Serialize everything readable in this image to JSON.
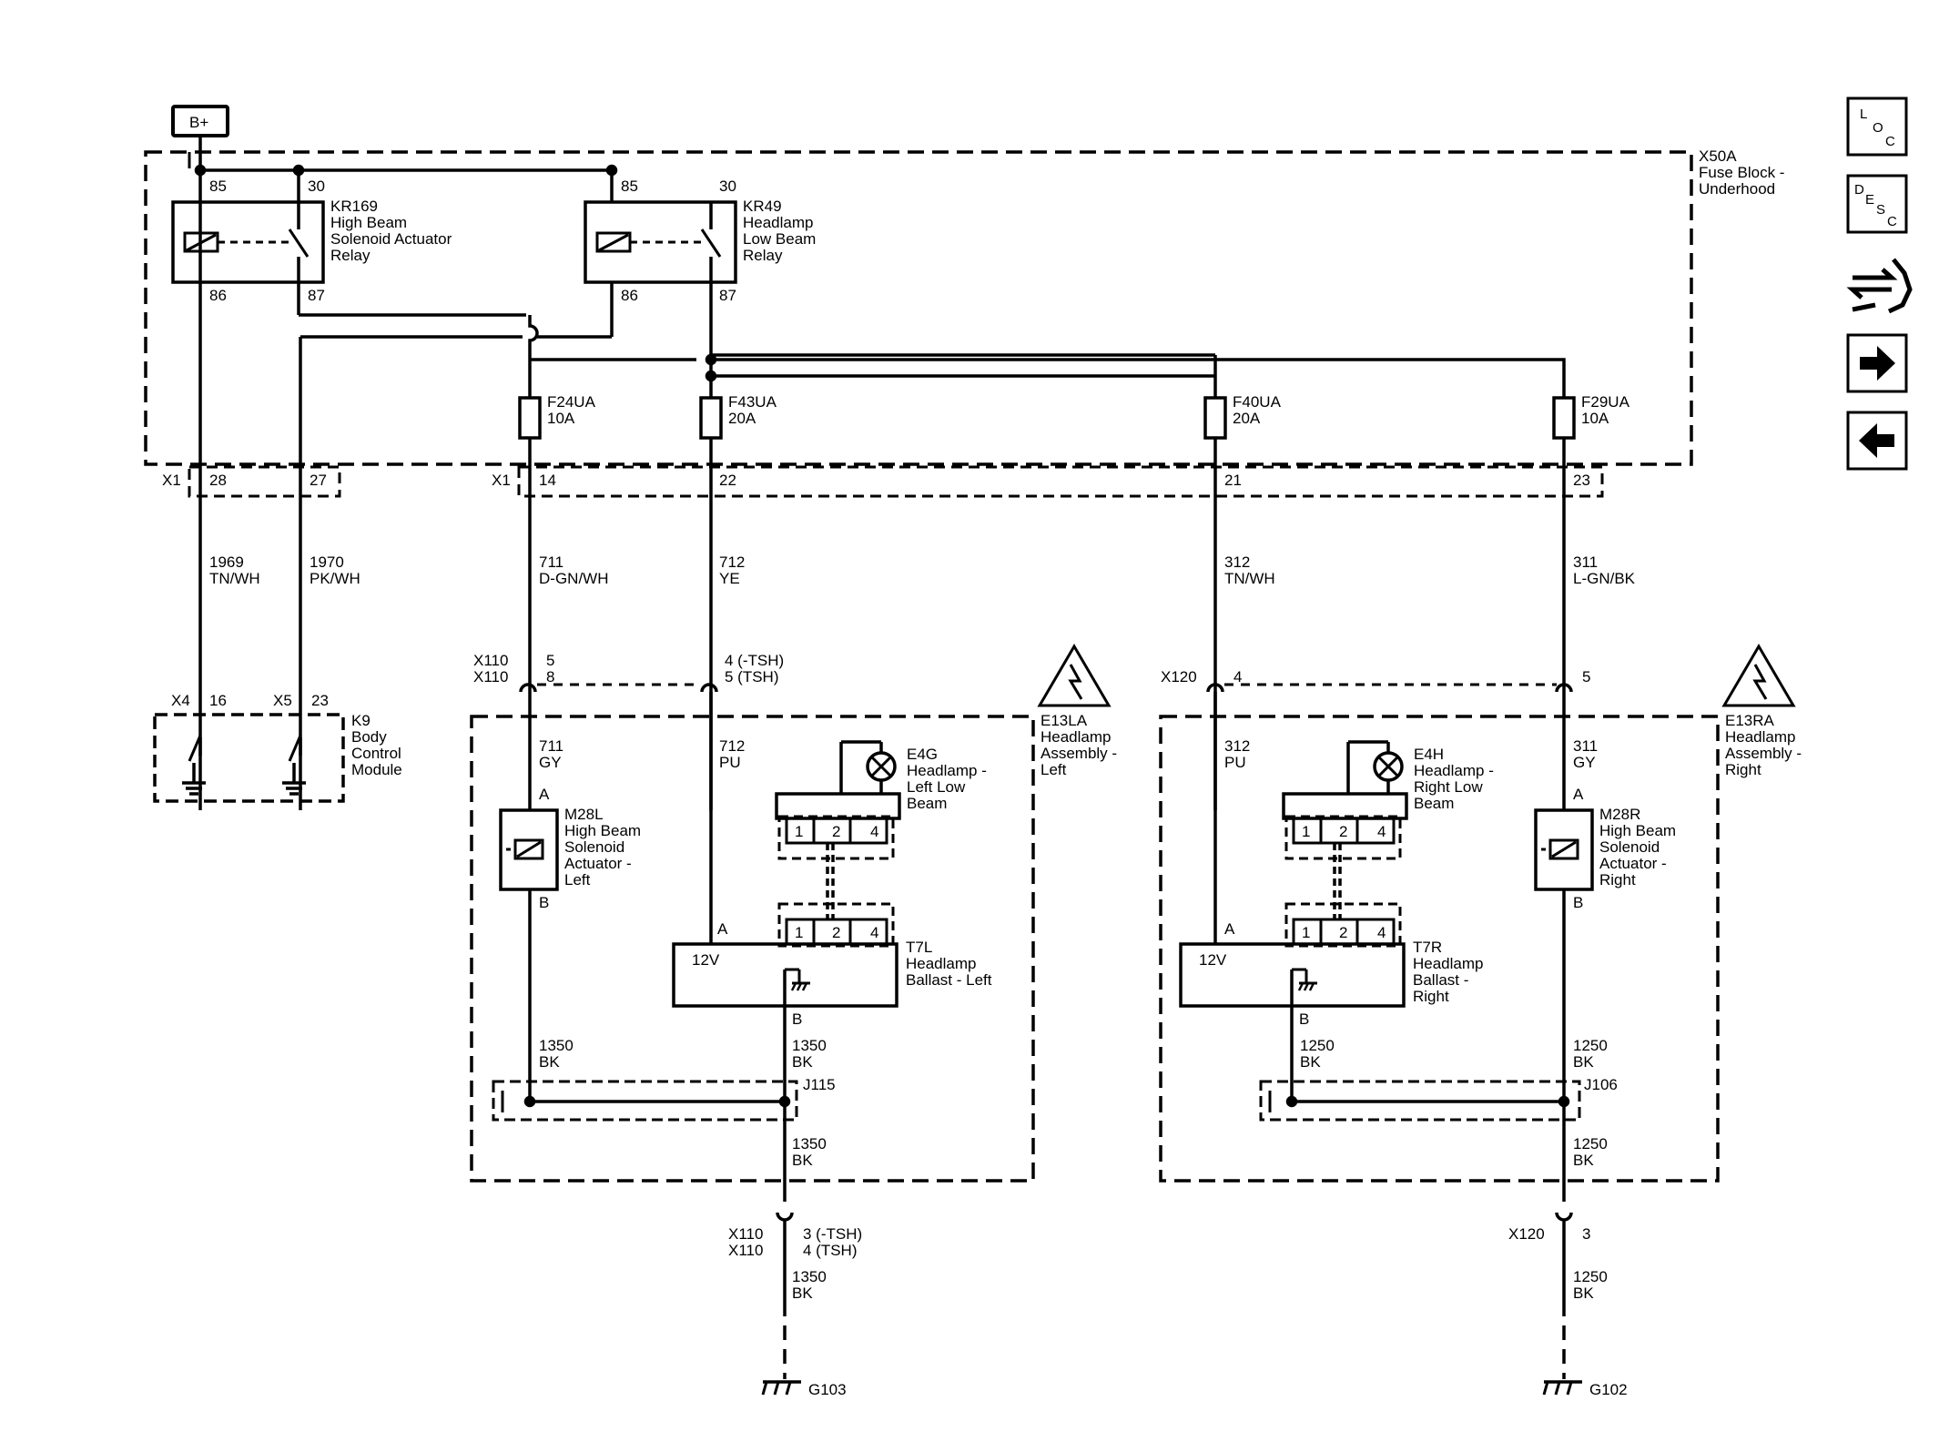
{
  "battery": {
    "label": "B+"
  },
  "fuse_block": {
    "name": "X50A",
    "desc": [
      "Fuse Block -",
      "Underhood"
    ],
    "conn": "X1"
  },
  "relays": {
    "kr169": {
      "name": "KR169",
      "desc": [
        "High Beam",
        "Solenoid Actuator",
        "Relay"
      ],
      "pins": [
        "85",
        "30",
        "86",
        "87"
      ]
    },
    "kr49": {
      "name": "KR49",
      "desc": [
        "Headlamp",
        "Low Beam",
        "Relay"
      ],
      "pins": [
        "85",
        "30",
        "86",
        "87"
      ]
    }
  },
  "fuses": [
    {
      "name": "F24UA",
      "rating": "10A"
    },
    {
      "name": "F43UA",
      "rating": "20A"
    },
    {
      "name": "F40UA",
      "rating": "20A"
    },
    {
      "name": "F29UA",
      "rating": "10A"
    }
  ],
  "x1_pins": [
    "28",
    "27",
    "14",
    "22",
    "21",
    "23"
  ],
  "wires_top": [
    {
      "num": "1969",
      "color": "TN/WH"
    },
    {
      "num": "1970",
      "color": "PK/WH"
    },
    {
      "num": "711",
      "color": "D-GN/WH"
    },
    {
      "num": "712",
      "color": "YE"
    },
    {
      "num": "312",
      "color": "TN/WH"
    },
    {
      "num": "311",
      "color": "L-GN/BK"
    }
  ],
  "bcm": {
    "name": "K9",
    "desc": [
      "Body",
      "Control",
      "Module"
    ],
    "conn_a": "X4",
    "pin_a": "16",
    "conn_b": "X5",
    "pin_b": "23"
  },
  "inline_connectors": {
    "x110": {
      "name": "X110",
      "pins_left": [
        "5",
        "8"
      ],
      "pins_mid": [
        "4 (-TSH)",
        "5 (TSH)"
      ]
    },
    "x120": {
      "name": "X120",
      "pin_left": "4",
      "pin_right": "5"
    }
  },
  "left_assembly": {
    "name": "E13LA",
    "desc": [
      "Headlamp",
      "Assembly -",
      "Left"
    ],
    "wire_a": {
      "num": "711",
      "color": "GY"
    },
    "wire_b": {
      "num": "712",
      "color": "PU"
    },
    "solenoid": {
      "name": "M28L",
      "desc": [
        "High Beam",
        "Solenoid",
        "Actuator -",
        "Left"
      ],
      "pin_top": "A",
      "pin_bottom": "B"
    },
    "lamp": {
      "name": "E4G",
      "desc": [
        "Headlamp -",
        "Left Low",
        "Beam"
      ],
      "pins": [
        "1",
        "2",
        "4"
      ]
    },
    "ballast": {
      "name": "T7L",
      "desc": [
        "Headlamp",
        "Ballast - Left"
      ],
      "pins": [
        "1",
        "2",
        "4"
      ],
      "pin_a": "A",
      "pin_b": "B",
      "voltage": "12V"
    },
    "ground_wire_1": {
      "num": "1350",
      "color": "BK"
    },
    "ground_wire_2": {
      "num": "1350",
      "color": "BK"
    },
    "splice": "J115",
    "ground_wire_3": {
      "num": "1350",
      "color": "BK"
    }
  },
  "right_assembly": {
    "name": "E13RA",
    "desc": [
      "Headlamp",
      "Assembly -",
      "Right"
    ],
    "wire_a": {
      "num": "312",
      "color": "PU"
    },
    "wire_b": {
      "num": "311",
      "color": "GY"
    },
    "solenoid": {
      "name": "M28R",
      "desc": [
        "High Beam",
        "Solenoid",
        "Actuator -",
        "Right"
      ],
      "pin_top": "A",
      "pin_bottom": "B"
    },
    "lamp": {
      "name": "E4H",
      "desc": [
        "Headlamp -",
        "Right Low",
        "Beam"
      ],
      "pins": [
        "1",
        "2",
        "4"
      ]
    },
    "ballast": {
      "name": "T7R",
      "desc": [
        "Headlamp",
        "Ballast -",
        "Right"
      ],
      "pins": [
        "1",
        "2",
        "4"
      ],
      "pin_a": "A",
      "pin_b": "B",
      "voltage": "12V"
    },
    "ground_wire_1": {
      "num": "1250",
      "color": "BK"
    },
    "ground_wire_2": {
      "num": "1250",
      "color": "BK"
    },
    "splice": "J106",
    "ground_wire_3": {
      "num": "1250",
      "color": "BK"
    }
  },
  "bottom_left": {
    "conn": "X110",
    "pins": [
      "3 (-TSH)",
      "4 (TSH)"
    ],
    "wire": {
      "num": "1350",
      "color": "BK"
    },
    "ground": "G103"
  },
  "bottom_right": {
    "conn": "X120",
    "pin": "3",
    "wire": {
      "num": "1250",
      "color": "BK"
    },
    "ground": "G102"
  },
  "nav": {
    "loc": [
      "L",
      "O",
      "C"
    ],
    "desc": [
      "D",
      "E",
      "S",
      "C"
    ],
    "icons": [
      "connector-end-view-icon",
      "arrow-right-icon",
      "arrow-left-icon"
    ]
  }
}
